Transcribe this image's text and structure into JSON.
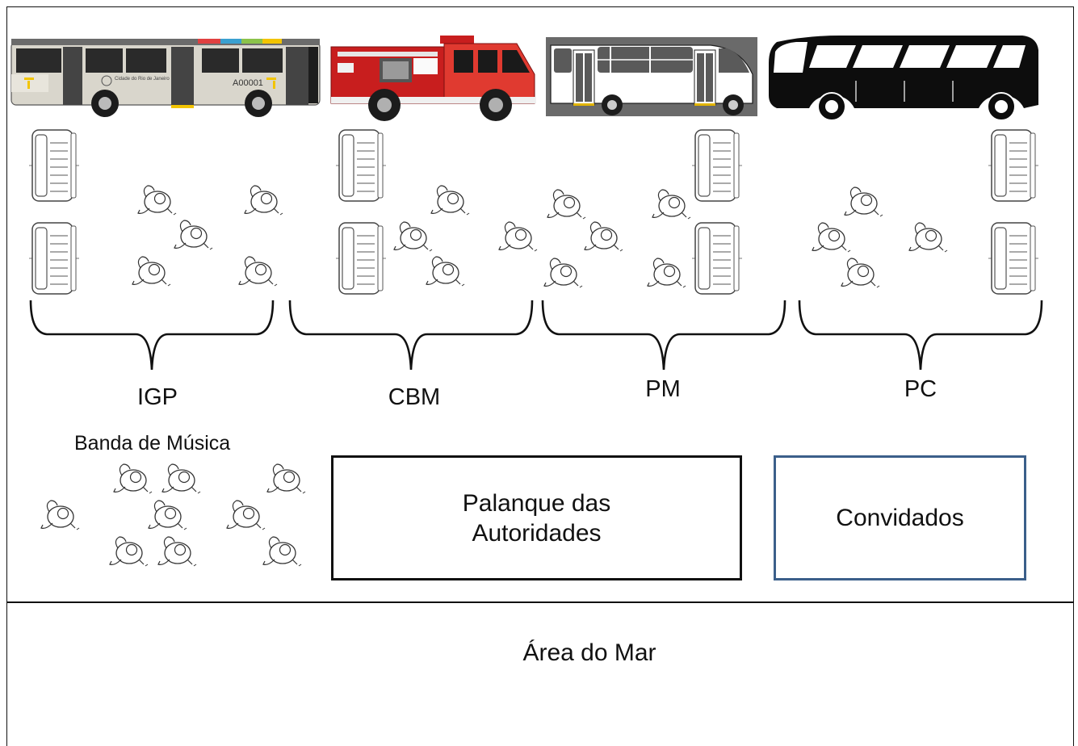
{
  "diagram": {
    "groups": [
      {
        "id": "igp",
        "label": "IGP",
        "vehicle_icon": "city-bus-icon",
        "vehicle_colors": {
          "body": "#d9d6cc",
          "stripe": "#f2c400",
          "window": "#2a2a2a"
        },
        "bus_number": "A00001",
        "bus_brand": "Cidade do Rio de Janeiro"
      },
      {
        "id": "cbm",
        "label": "CBM",
        "vehicle_icon": "fire-truck-icon",
        "vehicle_colors": {
          "body": "#c81e1e",
          "cabin": "#e03a30",
          "window": "#1a1a1a"
        }
      },
      {
        "id": "pm",
        "label": "PM",
        "vehicle_icon": "minibus-icon",
        "vehicle_colors": {
          "body": "#ffffff",
          "trim": "#e2b400",
          "window": "#5a5a5a"
        }
      },
      {
        "id": "pc",
        "label": "PC",
        "vehicle_icon": "coach-bus-silhouette-icon",
        "vehicle_colors": {
          "body": "#0d0d0d",
          "window": "#ffffff"
        }
      }
    ],
    "band": {
      "label": "Banda de Música",
      "icon": "musician-topview-icon"
    },
    "stands": [
      {
        "id": "palanque",
        "label_line1": "Palanque das",
        "label_line2": "Autoridades",
        "border_color": "#111111"
      },
      {
        "id": "convidados",
        "label": "Convidados",
        "border_color": "#3b5f8a"
      }
    ],
    "sea": {
      "label": "Área do Mar"
    },
    "icons": {
      "motorcycle": "motorcycle-topview-icon",
      "person": "person-topview-icon",
      "brace": "curly-brace-icon"
    }
  }
}
